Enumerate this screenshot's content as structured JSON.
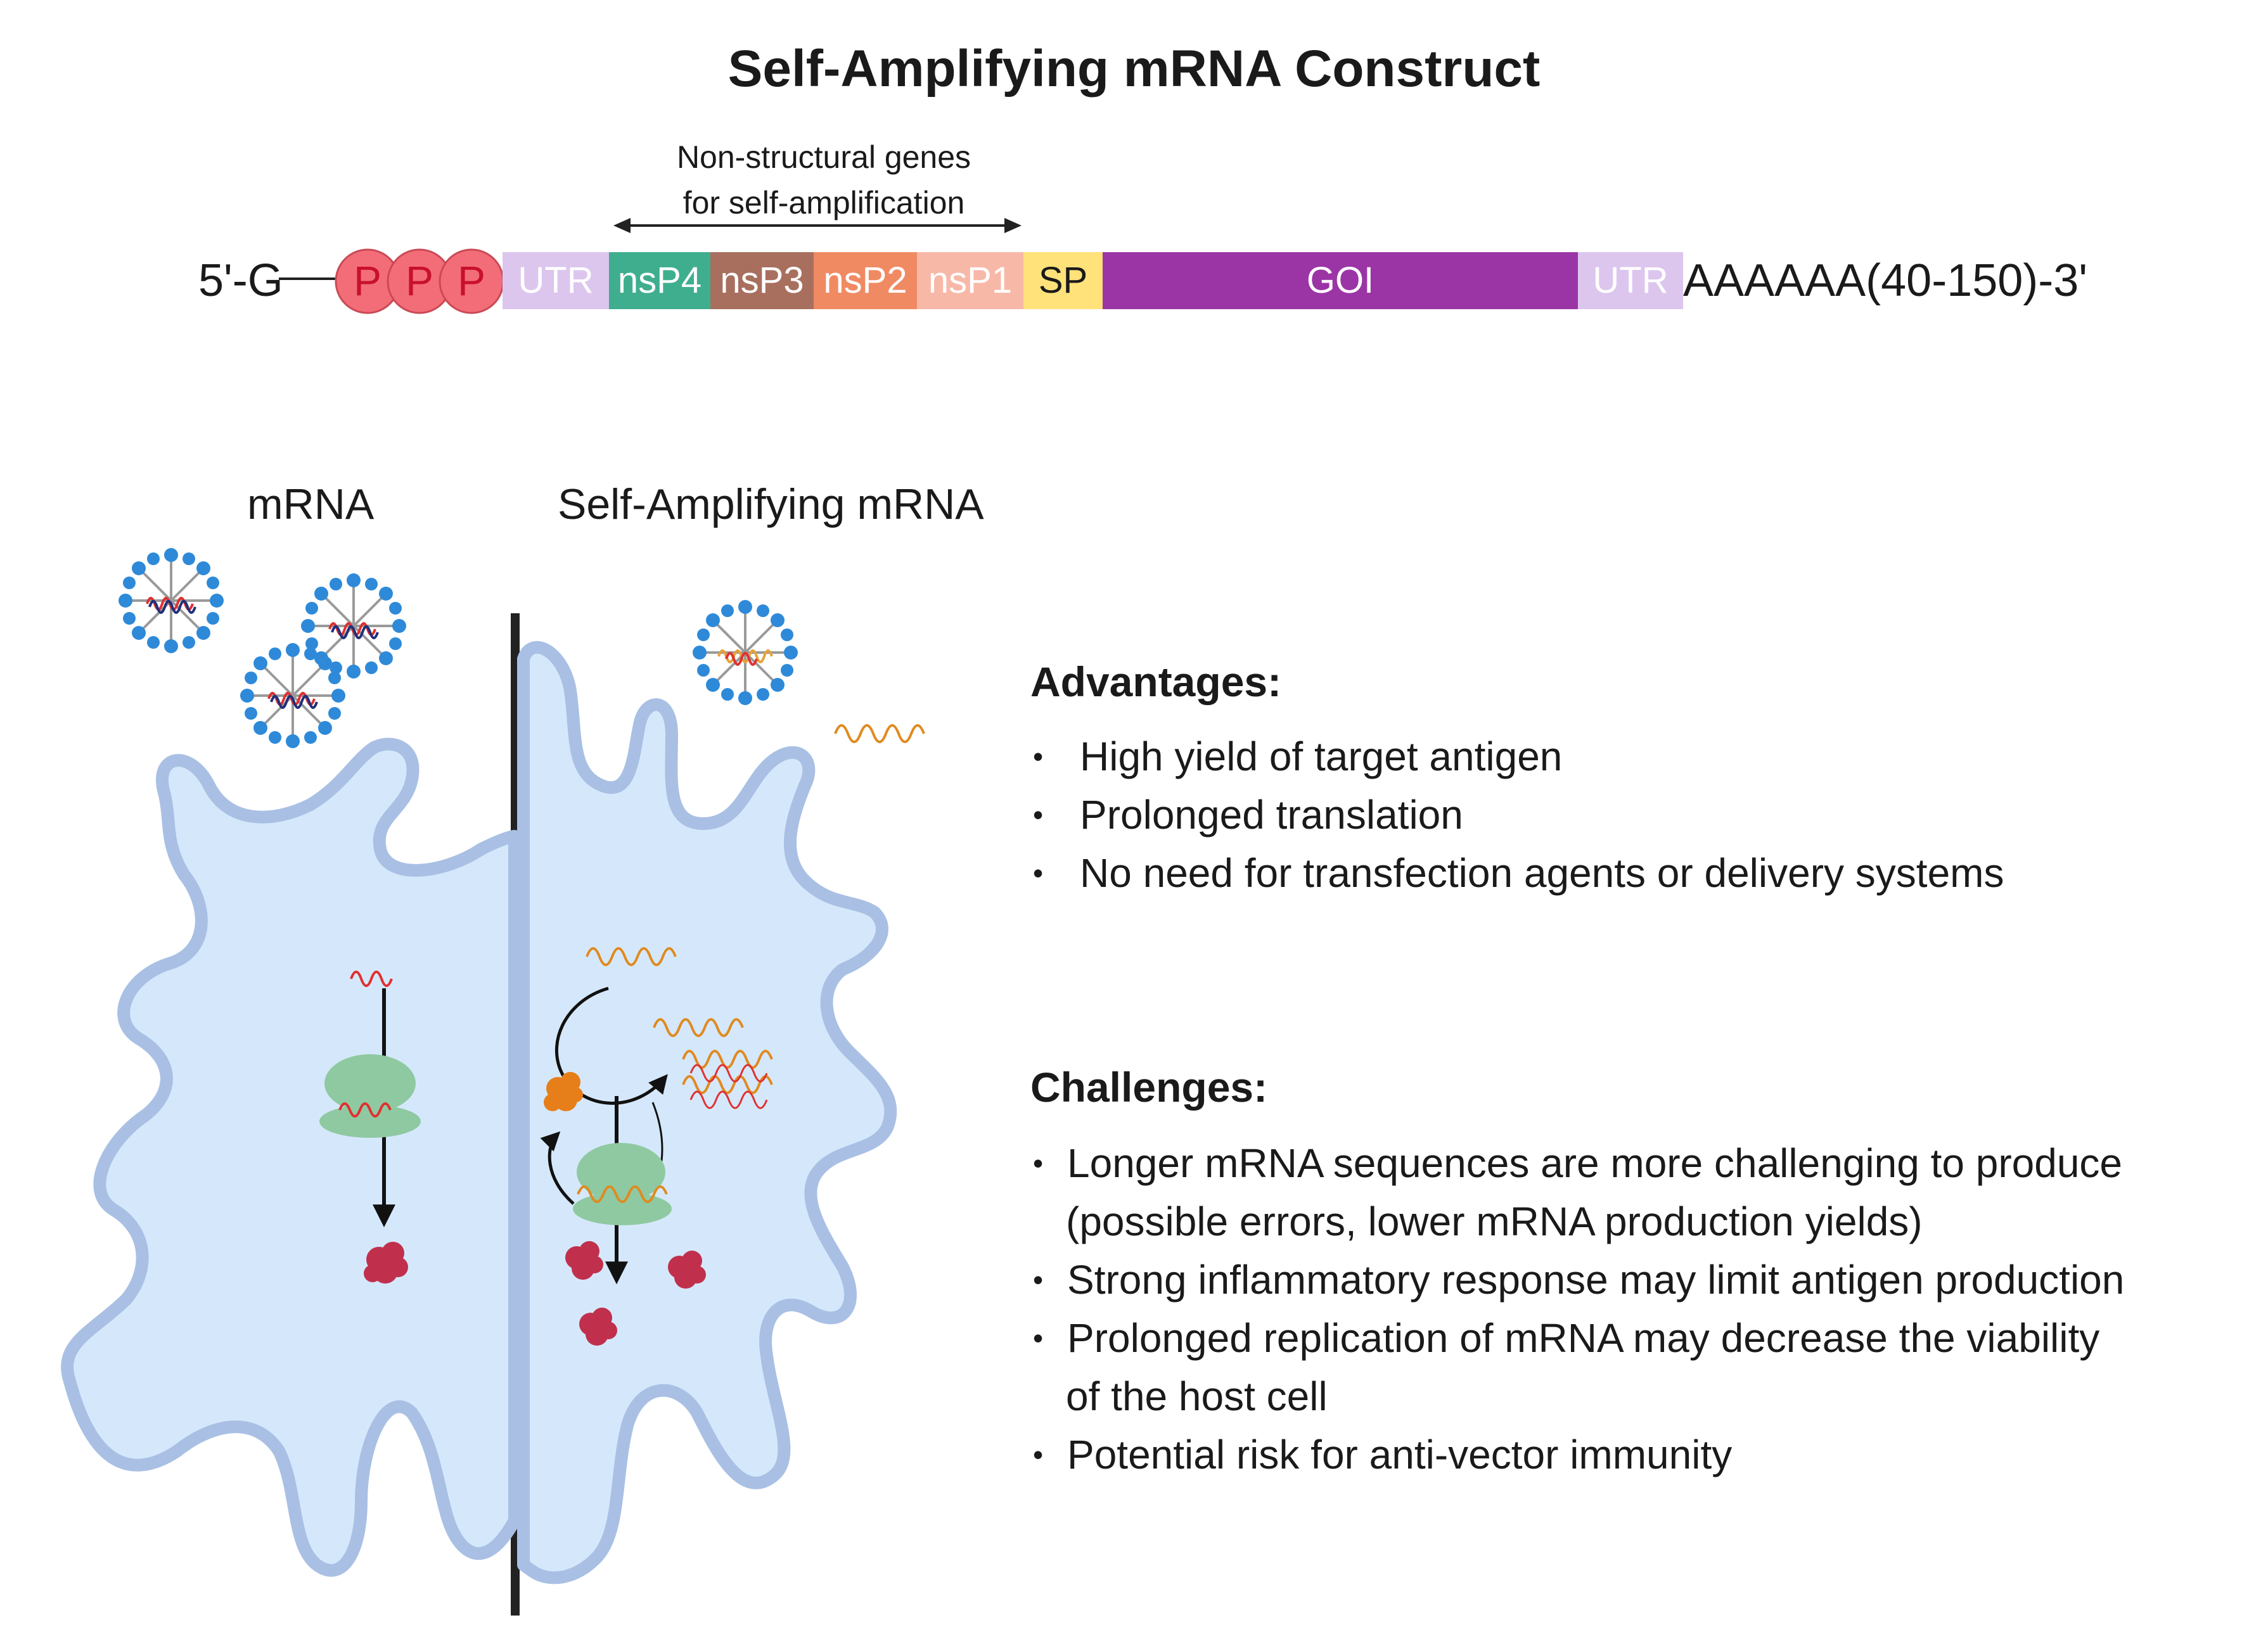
{
  "title": "Self-Amplifying mRNA Construct",
  "construct": {
    "nonstructural_label_line1": "Non-structural genes",
    "nonstructural_label_line2": "for self-amplification",
    "five_prime": "5'-G",
    "three_prime": "AAAAAA(40-150)-3'",
    "phosphates": [
      "P",
      "P",
      "P"
    ],
    "segments": [
      {
        "label": "UTR",
        "color": "#dcc6ee"
      },
      {
        "label": "nsP4",
        "color": "#3fae8f"
      },
      {
        "label": "nsP3",
        "color": "#a86f5f"
      },
      {
        "label": "nsP2",
        "color": "#f08a62"
      },
      {
        "label": "nsP1",
        "color": "#f8b8a8"
      },
      {
        "label": "SP",
        "color": "#ffe27a"
      },
      {
        "label": "GOI",
        "color": "#9b35a6"
      },
      {
        "label": "UTR",
        "color": "#dcc6ee"
      }
    ],
    "phosphate_color": "#f36d78"
  },
  "panels": {
    "left_label": "mRNA",
    "right_label": "Self-Amplifying mRNA",
    "cell_fill": "#d5e8fb",
    "cell_stroke": "#a9c0e4",
    "ribosome_color": "#8fc9a1",
    "protein_color": "#c0304c",
    "replicase_color": "#e67e1a"
  },
  "advantages": {
    "heading": "Advantages:",
    "bullet": "•",
    "items": [
      "High yield of target antigen",
      "Prolonged translation",
      "No need for transfection agents or delivery systems"
    ]
  },
  "challenges": {
    "heading": "Challenges:",
    "bullet": "•",
    "items": [
      {
        "line1": "Longer mRNA sequences are more challenging to produce",
        "line2": "(possible errors, lower mRNA production yields)"
      },
      {
        "line1": "Strong inflammatory response may limit antigen production",
        "line2": ""
      },
      {
        "line1": "Prolonged replication of mRNA may decrease the viability",
        "line2": "of the host cell"
      },
      {
        "line1": "Potential risk for anti-vector immunity",
        "line2": ""
      }
    ]
  }
}
